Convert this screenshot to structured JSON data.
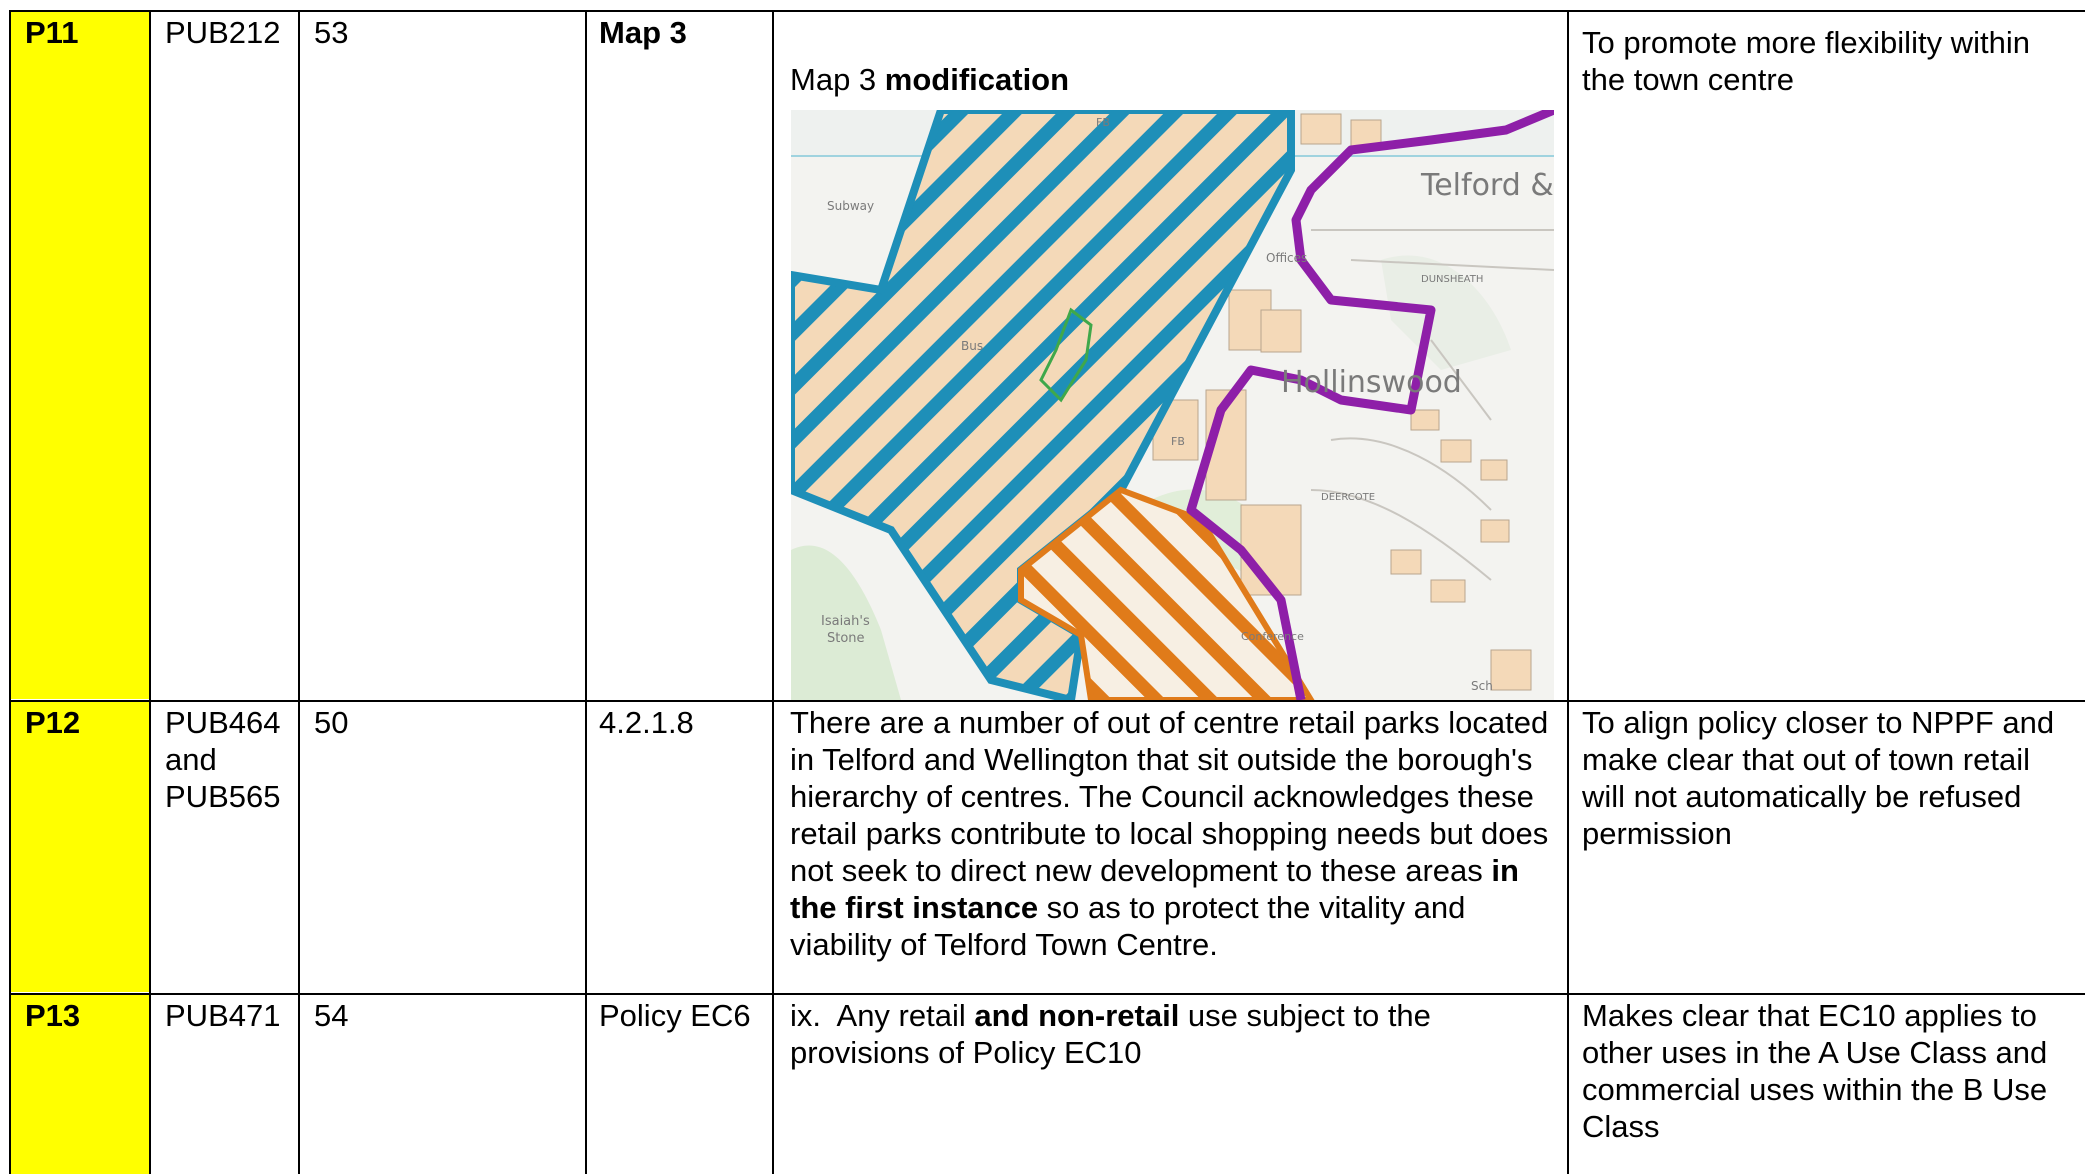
{
  "rows": [
    {
      "ref": "P11",
      "doc": "PUB212",
      "page": "53",
      "para": "Map 3",
      "change_title_prefix": "Map 3 ",
      "change_title_bold": "modification",
      "map_labels": {
        "telford": "Telford &",
        "hollinswood": "Hollinswood",
        "dunsheath": "DUNSHEATH",
        "deercote": "DEERCOTE",
        "isaiah": "Isaiah's",
        "stone": "Stone",
        "subway": "Subway",
        "offices": "Offices",
        "fb1": "FB",
        "fb2": "FB",
        "sch": "Sch",
        "bus": "Bus",
        "conference": "Conference"
      },
      "reason": "To promote more flexibility within the town centre"
    },
    {
      "ref": "P12",
      "doc_lines": [
        "PUB464",
        "and",
        "PUB565"
      ],
      "page": "50",
      "para": "4.2.1.8",
      "change_part1": "There are a number of out of centre retail parks located in Telford and Wellington that sit outside the borough's hierarchy of centres. The Council acknowledges these retail parks contribute to local shopping needs but does not seek to direct new development to these areas ",
      "change_bold": "in the first instance",
      "change_part2": " so as to protect the vitality and viability of Telford Town Centre.",
      "reason": "To align policy closer to NPPF and make clear that out of town retail will not automatically be refused permission"
    },
    {
      "ref": "P13",
      "doc": "PUB471",
      "page": "54",
      "para": "Policy EC6",
      "change_part1": "ix.  Any retail ",
      "change_bold": "and non-retail",
      "change_part2": " use subject to the provisions of Policy EC10",
      "reason": "Makes clear that EC10 applies to other uses in the A Use Class and commercial uses within the B Use Class"
    }
  ],
  "colors": {
    "ref_highlight": "#ffff00",
    "town_centre_hatch": "#1e8fb8",
    "other_hatch": "#e07b1a",
    "boundary_line": "#8e1fa8",
    "building_fill": "#f4d9b8"
  }
}
